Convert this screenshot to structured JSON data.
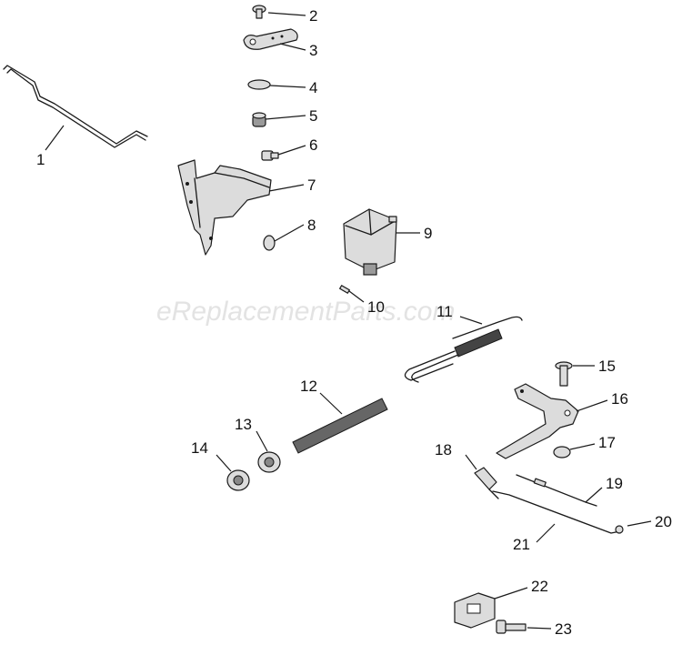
{
  "watermark": "eReplacementParts.com",
  "callouts": [
    {
      "id": "callout-1",
      "label": "1"
    },
    {
      "id": "callout-2",
      "label": "2"
    },
    {
      "id": "callout-3",
      "label": "3"
    },
    {
      "id": "callout-4",
      "label": "4"
    },
    {
      "id": "callout-5",
      "label": "5"
    },
    {
      "id": "callout-6",
      "label": "6"
    },
    {
      "id": "callout-7",
      "label": "7"
    },
    {
      "id": "callout-8",
      "label": "8"
    },
    {
      "id": "callout-9",
      "label": "9"
    },
    {
      "id": "callout-10",
      "label": "10"
    },
    {
      "id": "callout-11",
      "label": "11"
    },
    {
      "id": "callout-12",
      "label": "12"
    },
    {
      "id": "callout-13",
      "label": "13"
    },
    {
      "id": "callout-14",
      "label": "14"
    },
    {
      "id": "callout-15",
      "label": "15"
    },
    {
      "id": "callout-16",
      "label": "16"
    },
    {
      "id": "callout-17",
      "label": "17"
    },
    {
      "id": "callout-18",
      "label": "18"
    },
    {
      "id": "callout-19",
      "label": "19"
    },
    {
      "id": "callout-20",
      "label": "20"
    },
    {
      "id": "callout-21",
      "label": "21"
    },
    {
      "id": "callout-22",
      "label": "22"
    },
    {
      "id": "callout-23",
      "label": "23"
    }
  ]
}
